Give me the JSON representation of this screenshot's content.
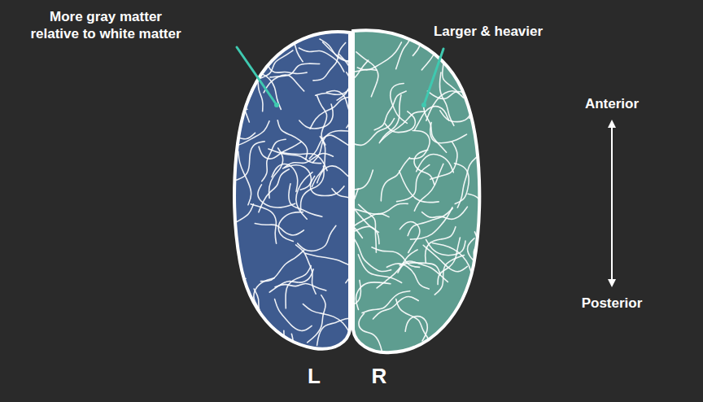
{
  "diagram": {
    "labels": [
      "More gray matter relative to white matter",
      "Larger & heavier",
      "Anterior",
      "Posterior",
      "L",
      "R"
    ]
  }
}
